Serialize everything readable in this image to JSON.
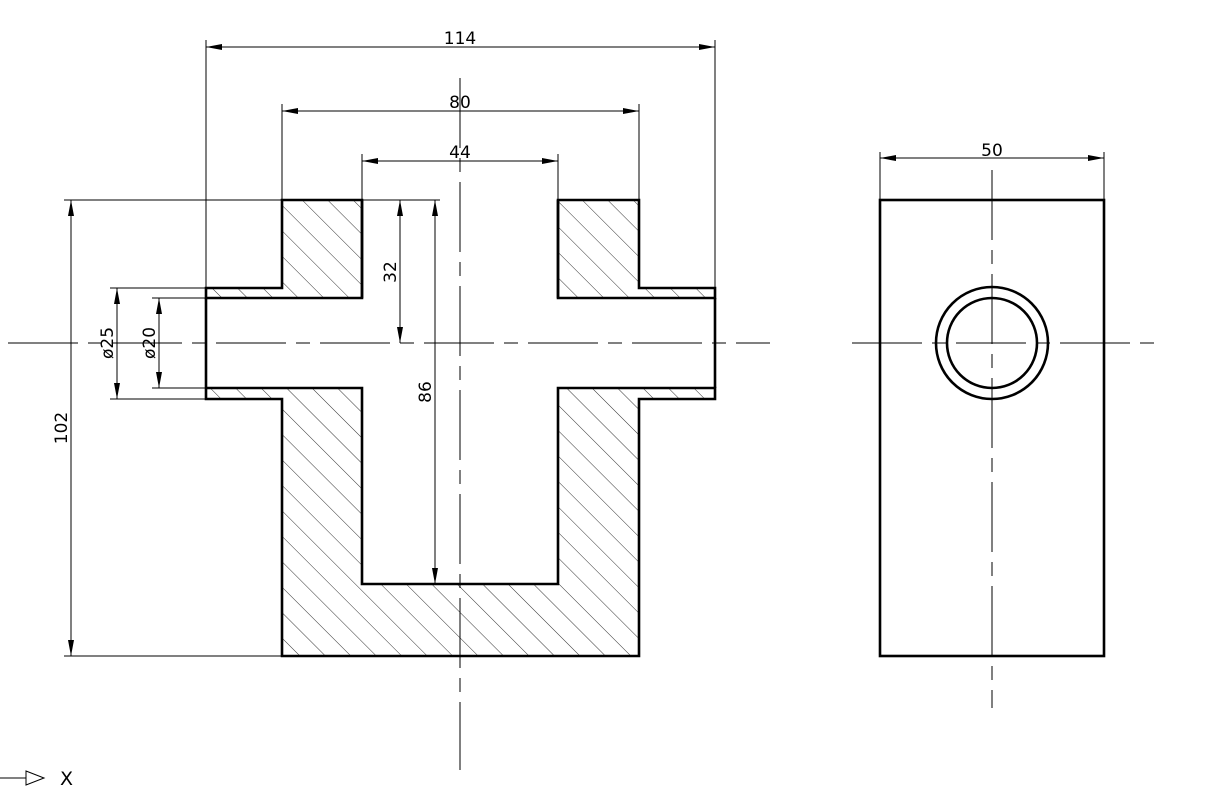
{
  "colors": {
    "line": "#000000",
    "background": "#ffffff"
  },
  "front_view": {
    "dimensions": {
      "overall_width": "114",
      "body_width": "80",
      "bore_width": "44",
      "bore_top_depth": "32",
      "bore_depth": "86",
      "overall_height": "102",
      "outer_diameter": "ø25",
      "inner_diameter": "ø20"
    }
  },
  "side_view": {
    "dimensions": {
      "width": "50"
    }
  },
  "ucs": {
    "axis_label": "X"
  }
}
